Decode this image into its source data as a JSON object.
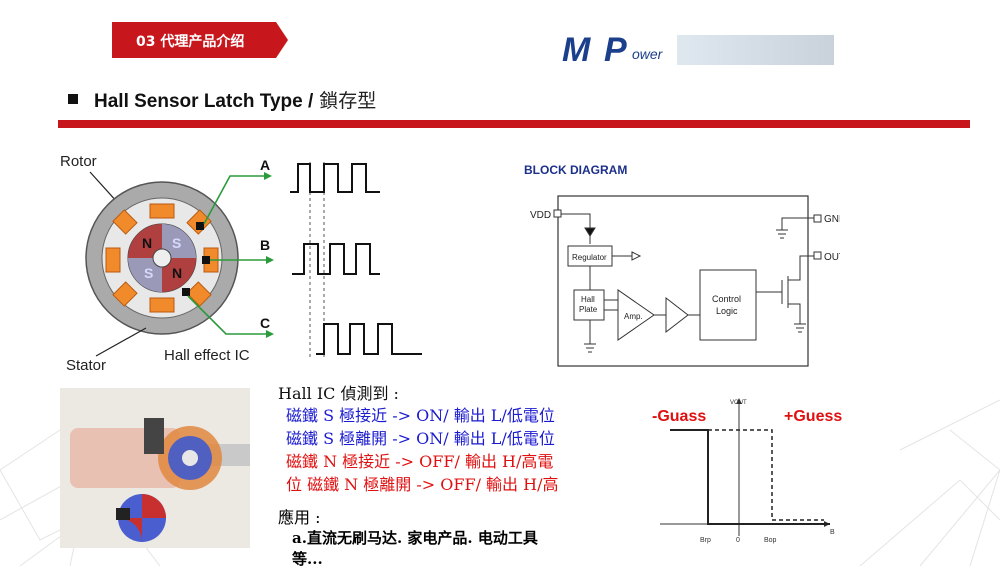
{
  "header": {
    "banner_label": "03 代理产品介绍",
    "logo_m": "M",
    "logo_p": "P",
    "logo_ower": "ower"
  },
  "title": {
    "en": "Hall Sensor Latch Type /",
    "zh": " 鎖存型"
  },
  "motor_diagram": {
    "rotor_label": "Rotor",
    "stator_label": "Stator",
    "hall_label": "Hall effect IC",
    "signal_a": "A",
    "signal_b": "B",
    "signal_c": "C",
    "pole_n": "N",
    "pole_s": "S"
  },
  "block_diagram": {
    "title": "BLOCK DIAGRAM",
    "vdd": "VDD",
    "gnd": "GND",
    "out": "OUT",
    "regulator": "Regulator",
    "hall_plate_1": "Hall",
    "hall_plate_2": "Plate",
    "amp": "Amp.",
    "control_1": "Control",
    "control_2": "Logic"
  },
  "description": {
    "heading": "Hall IC 偵測到 :",
    "lines": [
      "磁鐵 S 極接近 -> ON/ 輸出 L/低電位",
      "磁鐵 S 極離開 -> ON/ 輸出 L/低電位",
      "磁鐵 N 極接近 -> OFF/ 輸出 H/高電",
      "位 磁鐵 N 極離開 -> OFF/ 輸出 H/高"
    ],
    "app_heading": "應用 :",
    "app_line1": "a.直流无刷马达. 家电产品. 电动工具",
    "app_line2": "等..."
  },
  "hysteresis": {
    "neg_label": "-Guass",
    "pos_label": "+Guess",
    "vout": "VOUT",
    "brp": "Brp",
    "zero": "0",
    "bop": "Bop",
    "b": "B"
  },
  "colors": {
    "accent_red": "#c8161d",
    "text_blue": "#1a1ad0",
    "text_red": "#e01010"
  }
}
